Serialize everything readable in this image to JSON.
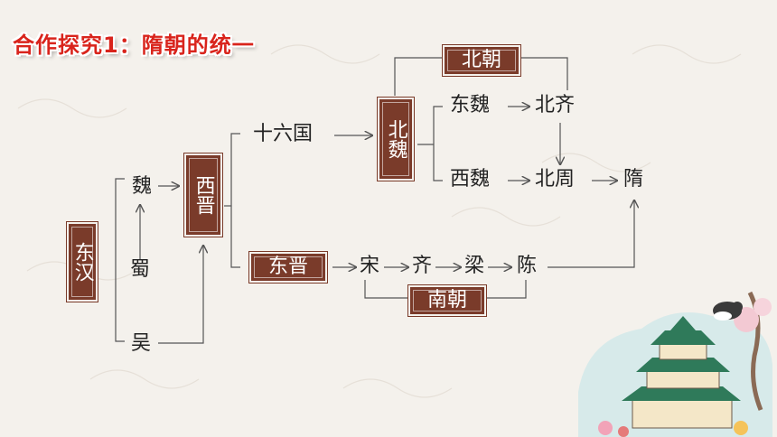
{
  "title": "合作探究1：隋朝的统一",
  "nodes": {
    "donghan": "东汉",
    "wei": "魏",
    "shu": "蜀",
    "wu": "吴",
    "xijin": "西晋",
    "shiliuguo": "十六国",
    "beiwei": "北魏",
    "dongwei": "东魏",
    "beiqi": "北齐",
    "xiwei": "西魏",
    "beizhou": "北周",
    "sui": "隋",
    "dongjin": "东晋",
    "song": "宋",
    "qi": "齐",
    "liang": "梁",
    "chen": "陈",
    "beichao": "北朝",
    "nanchao": "南朝"
  },
  "colors": {
    "box_fill": "#7a3b2a",
    "title_red": "#d9241c",
    "line": "#555555"
  }
}
